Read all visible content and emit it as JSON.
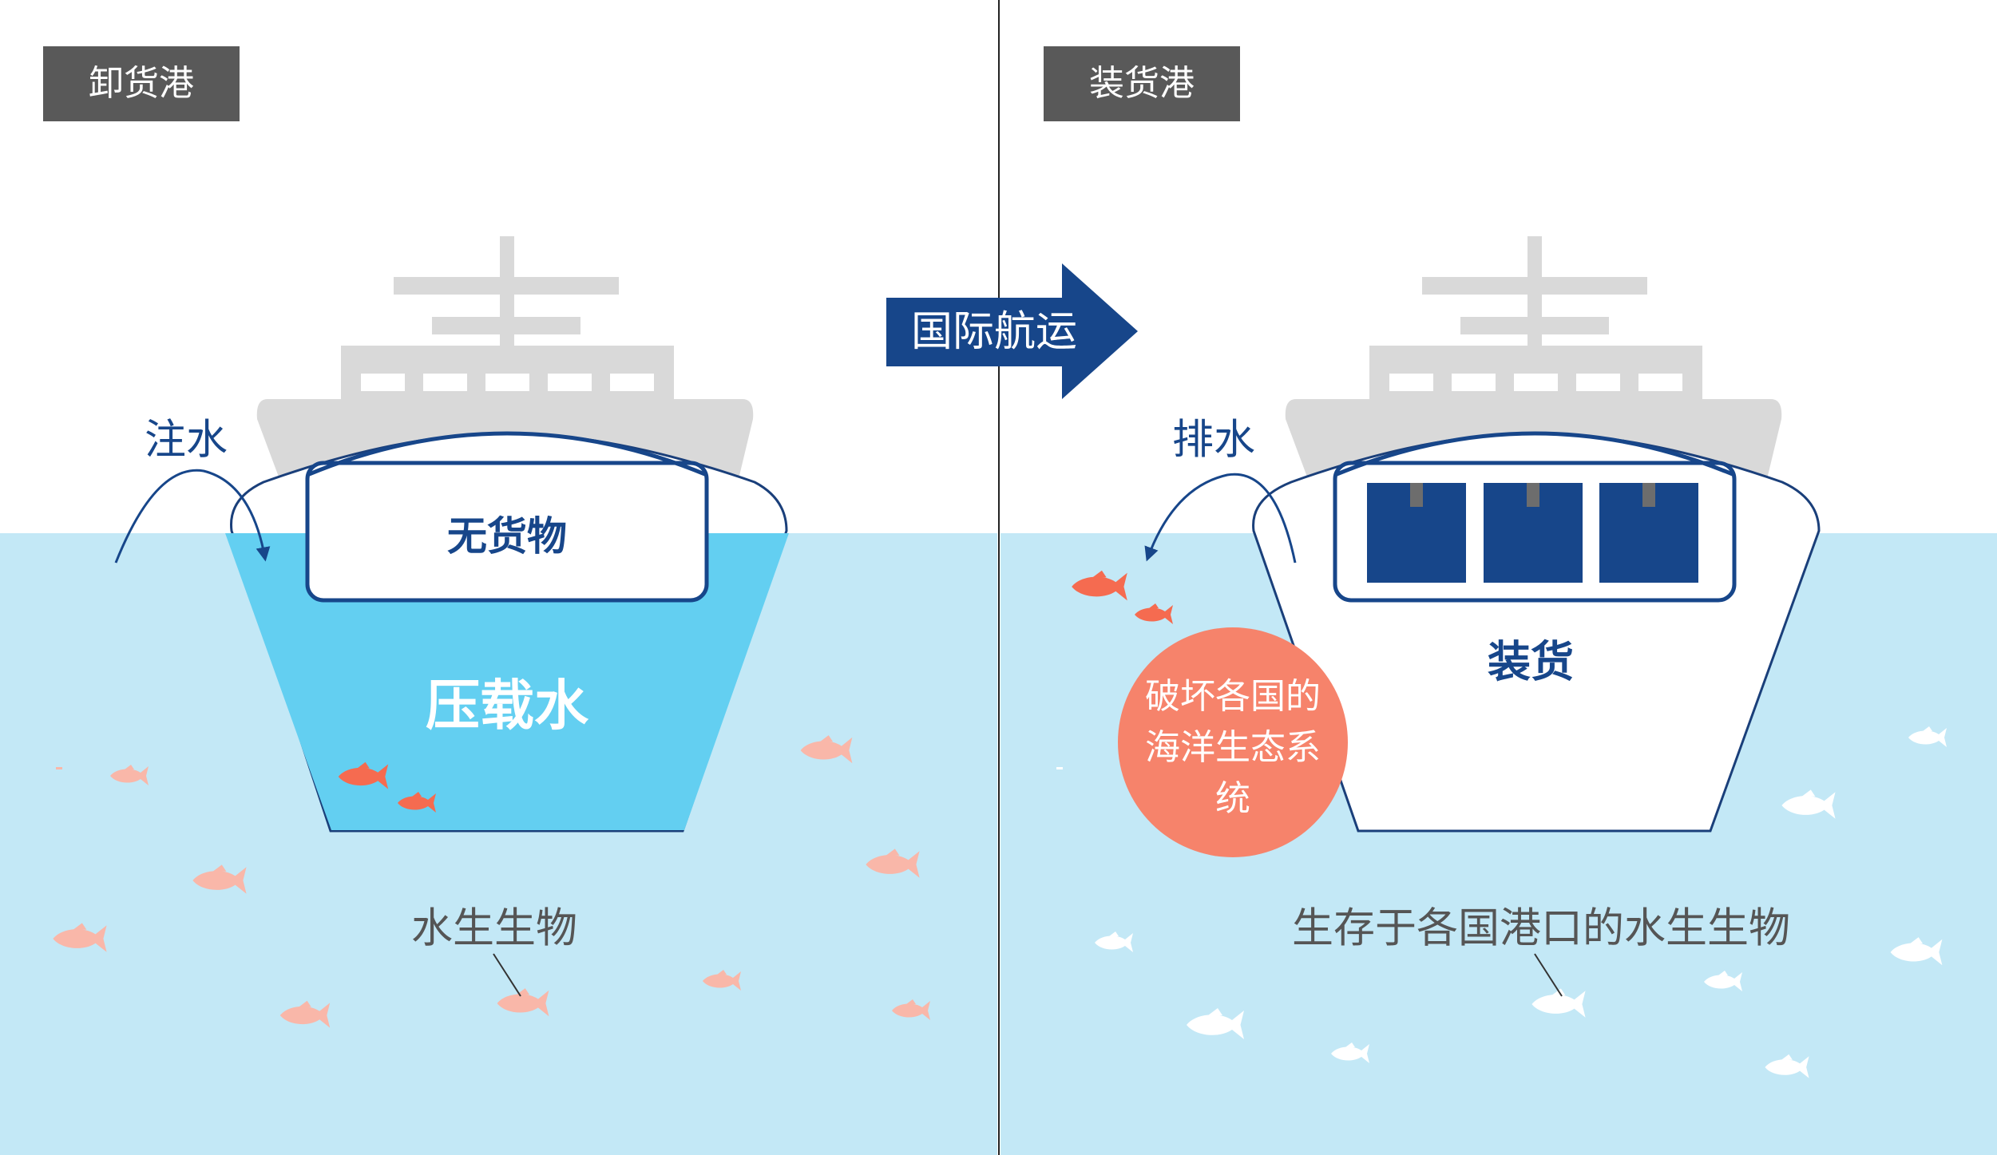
{
  "left_panel": {
    "port_label": "卸货港",
    "action_label": "注水",
    "compartment_label": "无货物",
    "ballast_label": "压载水",
    "organisms_label": "水生生物"
  },
  "center": {
    "voyage_label": "国际航运"
  },
  "right_panel": {
    "port_label": "装货港",
    "action_label": "排水",
    "cargo_label": "装货",
    "impact_label": "破坏各国的海洋生态系统",
    "organisms_label": "生存于各国港口的水生生物"
  },
  "colors": {
    "sea": "#c3e8f6",
    "ballast_water": "#63cff1",
    "hull_outline": "#1a3f7a",
    "navy": "#17468a",
    "superstructure": "#d9d9d9",
    "port_tag": "#595959",
    "fish_dark": "#f56b50",
    "fish_light": "#f9b7a9",
    "fish_white": "#ffffff",
    "impact_circle": "#f6836b"
  }
}
